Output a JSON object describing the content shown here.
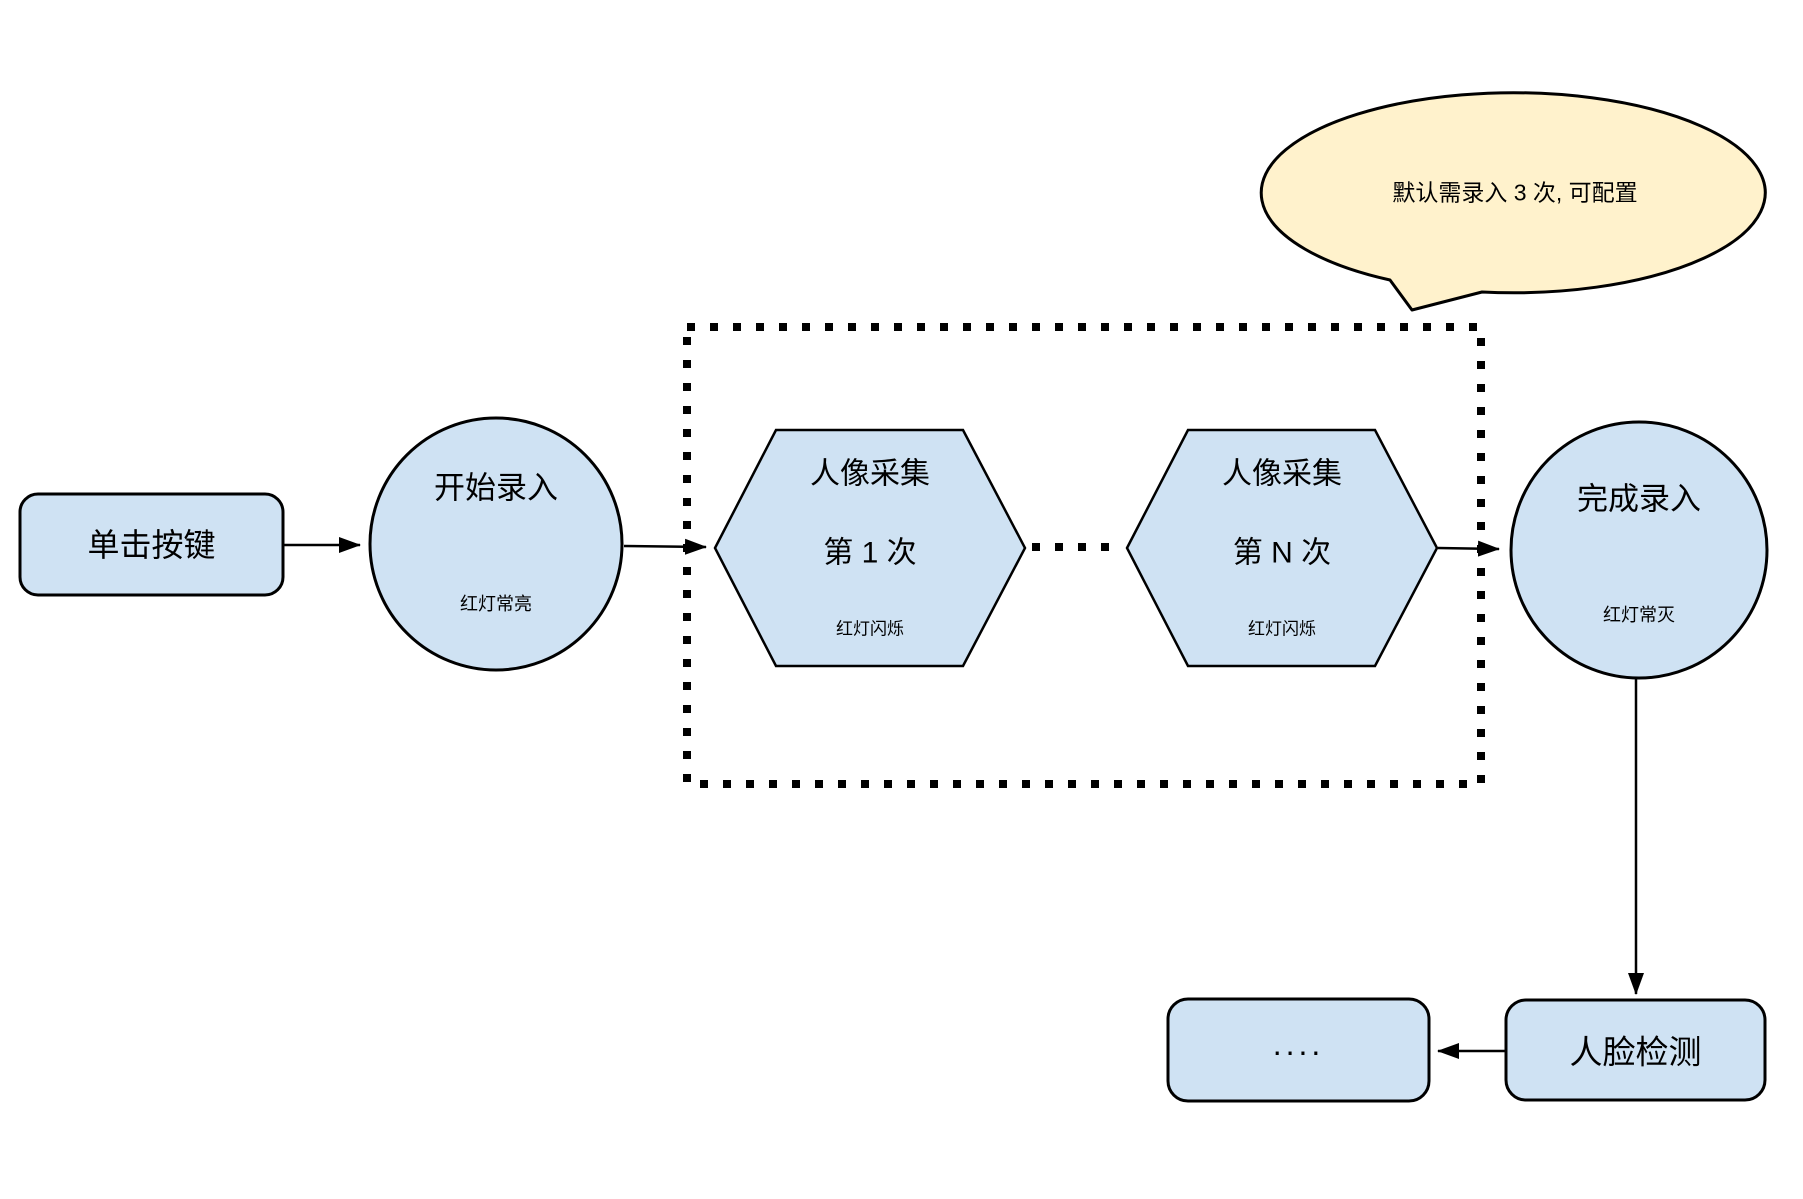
{
  "nodes": {
    "click_button": {
      "label": "单击按键"
    },
    "start_enroll": {
      "title": "开始录入",
      "subtitle": "红灯常亮"
    },
    "capture_1": {
      "title": "人像采集",
      "line2": "第 1 次",
      "subtitle": "红灯闪烁"
    },
    "capture_n": {
      "title": "人像采集",
      "line2": "第 N 次",
      "subtitle": "红灯闪烁"
    },
    "finish_enroll": {
      "title": "完成录入",
      "subtitle": "红灯常灭"
    },
    "ellipsis_box": {
      "label": "...."
    },
    "face_detect": {
      "label": "人脸检测"
    }
  },
  "callout": {
    "text": "默认需录入 3 次, 可配置"
  },
  "colors": {
    "node_fill": "#cfe2f3",
    "callout_fill": "#fff2cc",
    "stroke": "#000000",
    "background": "#ffffff"
  }
}
